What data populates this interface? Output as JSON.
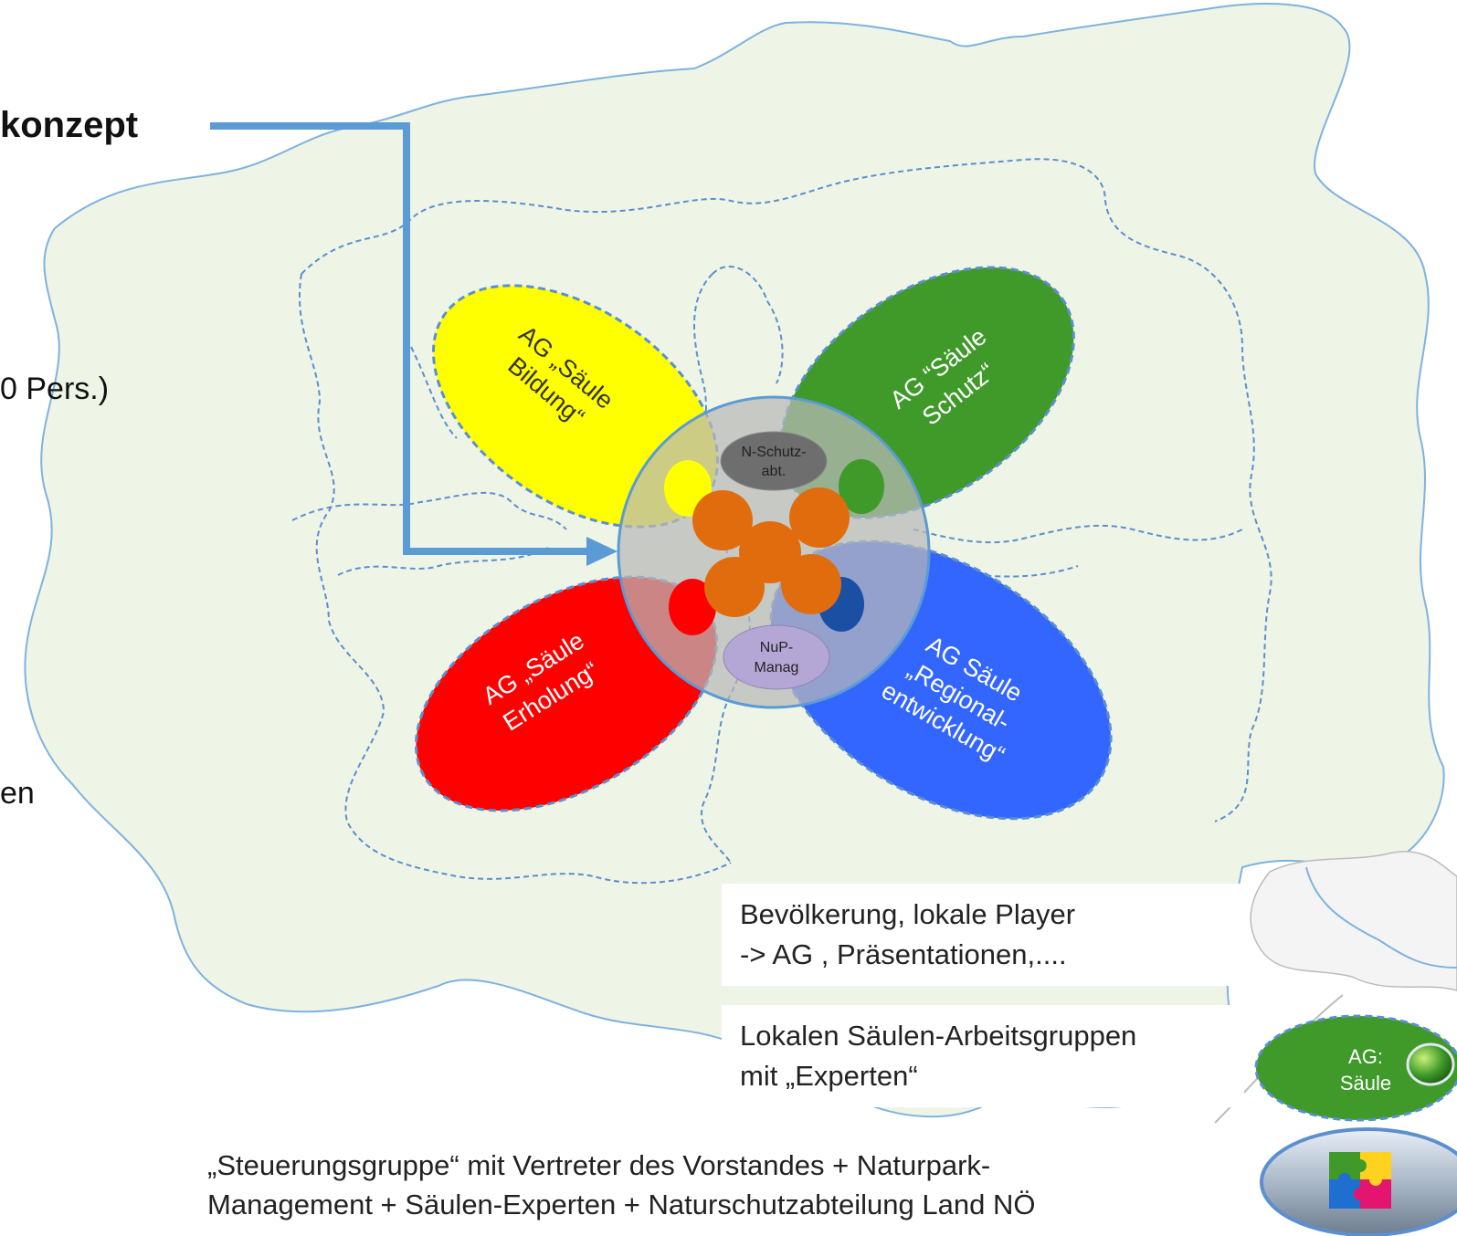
{
  "left_fragments": {
    "title": "konzept",
    "pers": "0 Pers.)",
    "en": "en"
  },
  "petals": {
    "bildung": [
      "AG „Säule",
      "Bildung“"
    ],
    "schutz": [
      "AG “Säule",
      "Schutz“"
    ],
    "erholung": [
      "AG „Säule",
      "Erholung“"
    ],
    "regional": [
      "AG Säule",
      "„Regional-",
      "entwicklung“"
    ]
  },
  "center": {
    "top_label": [
      "N-Schutz-",
      "abt."
    ],
    "bottom_label": [
      "NuP-",
      "Manag"
    ]
  },
  "info_boxes": {
    "population": [
      "Bevölkerung, lokale Player",
      "-> AG , Präsentationen,...."
    ],
    "workgroups": [
      "Lokalen Säulen-Arbeitsgruppen",
      "mit „Experten“"
    ]
  },
  "caption": [
    "„Steuerungsgruppe“ mit Vertreter des Vorstandes + Naturpark-",
    "Management + Säulen-Experten + Naturschutzabteilung Land NÖ"
  ],
  "legend": {
    "ag_label": [
      "AG:",
      "Säule"
    ]
  },
  "colors": {
    "map_fill": "#eef4e6",
    "map_stroke": "#7fb2e0",
    "arrow": "#5b9bd5",
    "yellow": "#ffff00",
    "green": "#3f9a2a",
    "red": "#ff0000",
    "blue": "#3366ff",
    "orange": "#e06c0e"
  }
}
